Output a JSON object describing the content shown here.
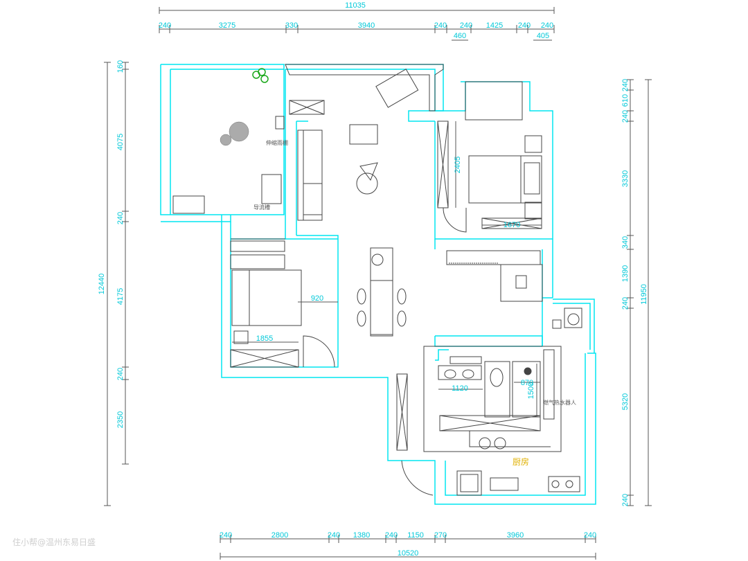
{
  "top_dims": {
    "total": "11035",
    "segments": [
      "240",
      "3275",
      "330",
      "3940",
      "240",
      "240",
      "1425",
      "240",
      "240"
    ],
    "sub": [
      "460",
      "405"
    ]
  },
  "bottom_dims": {
    "total": "10520",
    "segments": [
      "240",
      "2800",
      "240",
      "1380",
      "240",
      "1150",
      "270",
      "3960",
      "240"
    ]
  },
  "left_dims": {
    "total": "12440",
    "segments": [
      "160",
      "4075",
      "240",
      "4175",
      "240",
      "2350"
    ]
  },
  "right_dims": {
    "total": "11950",
    "segments": [
      "240",
      "610",
      "240",
      "3330",
      "340",
      "1390",
      "240",
      "5320",
      "240"
    ]
  },
  "inner_dims": {
    "bed2_door": "2405",
    "bed2_width": "1670",
    "bed1_side": "920",
    "bed1_width": "1855",
    "bath_vanity": "1120",
    "shower_w": "870",
    "shower_h": "1500"
  },
  "labels": {
    "awning": "伸缩雨棚",
    "gutter": "导流槽",
    "kitchen": "厨房",
    "heater": "燃气热水器人"
  },
  "watermark": "住小帮@温州东易日盛",
  "colors": {
    "wall": "#00e5f0",
    "dim": "#00c8d8",
    "line": "#444444",
    "plant": "#1aa81a",
    "kitchen_label": "#e0b000"
  }
}
